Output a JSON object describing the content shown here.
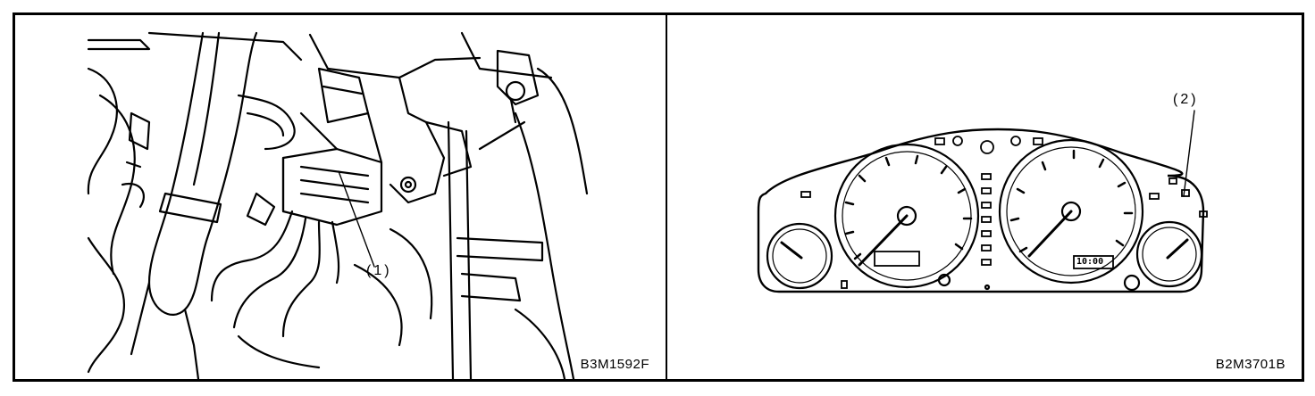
{
  "left_figure": {
    "code": "B3M1592F",
    "callout": "(1)"
  },
  "right_figure": {
    "code": "B2M3701B",
    "callout": "(2)",
    "clock_readout": "10:00"
  }
}
